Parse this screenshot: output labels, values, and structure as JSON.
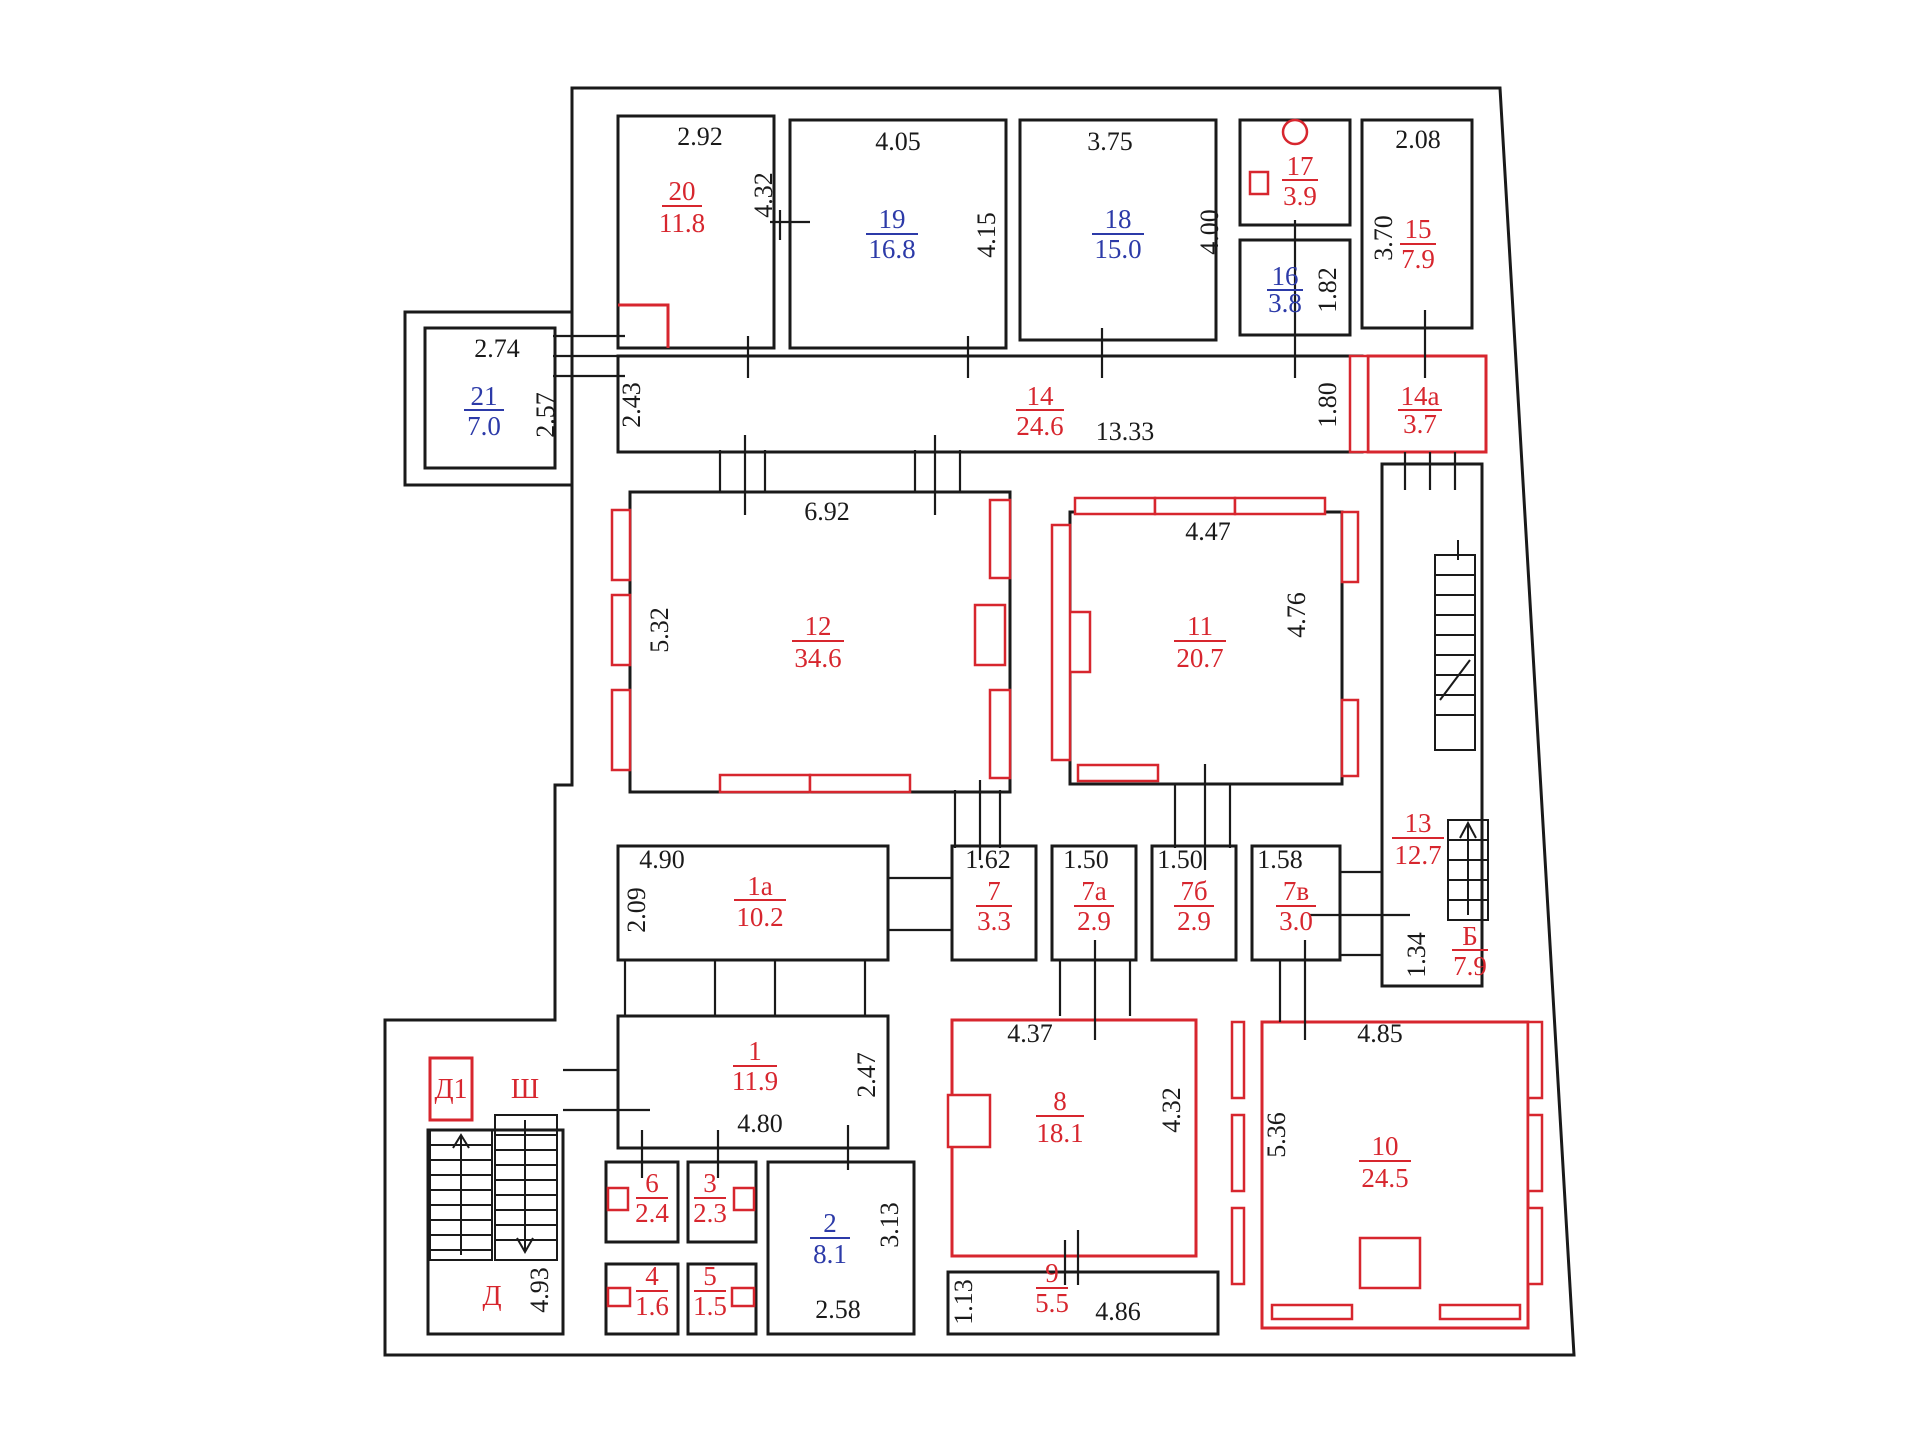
{
  "plan": {
    "rooms": [
      {
        "num": "20",
        "area": "11.8",
        "color": "red"
      },
      {
        "num": "19",
        "area": "16.8",
        "color": "blue"
      },
      {
        "num": "18",
        "area": "15.0",
        "color": "blue"
      },
      {
        "num": "17",
        "area": "3.9",
        "color": "red"
      },
      {
        "num": "16",
        "area": "3.8",
        "color": "blue"
      },
      {
        "num": "15",
        "area": "7.9",
        "color": "red"
      },
      {
        "num": "21",
        "area": "7.0",
        "color": "blue"
      },
      {
        "num": "14",
        "area": "24.6",
        "color": "red"
      },
      {
        "num": "14а",
        "area": "3.7",
        "color": "red"
      },
      {
        "num": "12",
        "area": "34.6",
        "color": "red"
      },
      {
        "num": "11",
        "area": "20.7",
        "color": "red"
      },
      {
        "num": "13",
        "area": "12.7",
        "color": "red"
      },
      {
        "num": "1а",
        "area": "10.2",
        "color": "red"
      },
      {
        "num": "7",
        "area": "3.3",
        "color": "red"
      },
      {
        "num": "7а",
        "area": "2.9",
        "color": "red"
      },
      {
        "num": "7б",
        "area": "2.9",
        "color": "red"
      },
      {
        "num": "7в",
        "area": "3.0",
        "color": "red"
      },
      {
        "num": "Б",
        "area": "7.9",
        "color": "red"
      },
      {
        "num": "1",
        "area": "11.9",
        "color": "red"
      },
      {
        "num": "8",
        "area": "18.1",
        "color": "red"
      },
      {
        "num": "10",
        "area": "24.5",
        "color": "red"
      },
      {
        "num": "6",
        "area": "2.4",
        "color": "red"
      },
      {
        "num": "3",
        "area": "2.3",
        "color": "red"
      },
      {
        "num": "2",
        "area": "8.1",
        "color": "blue"
      },
      {
        "num": "4",
        "area": "1.6",
        "color": "red"
      },
      {
        "num": "5",
        "area": "1.5",
        "color": "red"
      },
      {
        "num": "9",
        "area": "5.5",
        "color": "red"
      }
    ],
    "dimensions": [
      "2.92",
      "4.32",
      "4.05",
      "4.15",
      "3.75",
      "4.00",
      "2.08",
      "3.70",
      "1.82",
      "2.74",
      "2.57",
      "2.43",
      "13.33",
      "1.80",
      "6.92",
      "5.32",
      "4.47",
      "4.76",
      "4.90",
      "2.09",
      "1.62",
      "1.50",
      "1.50",
      "1.58",
      "1.34",
      "2.47",
      "4.80",
      "4.37",
      "4.32",
      "4.85",
      "5.36",
      "4.93",
      "3.13",
      "2.58",
      "1.13",
      "4.86"
    ],
    "labels": [
      "Д1",
      "Ш",
      "Д"
    ],
    "colors": {
      "outline": "#1a1a1a",
      "red": "#d7262e",
      "blue": "#2c3aa8"
    }
  }
}
